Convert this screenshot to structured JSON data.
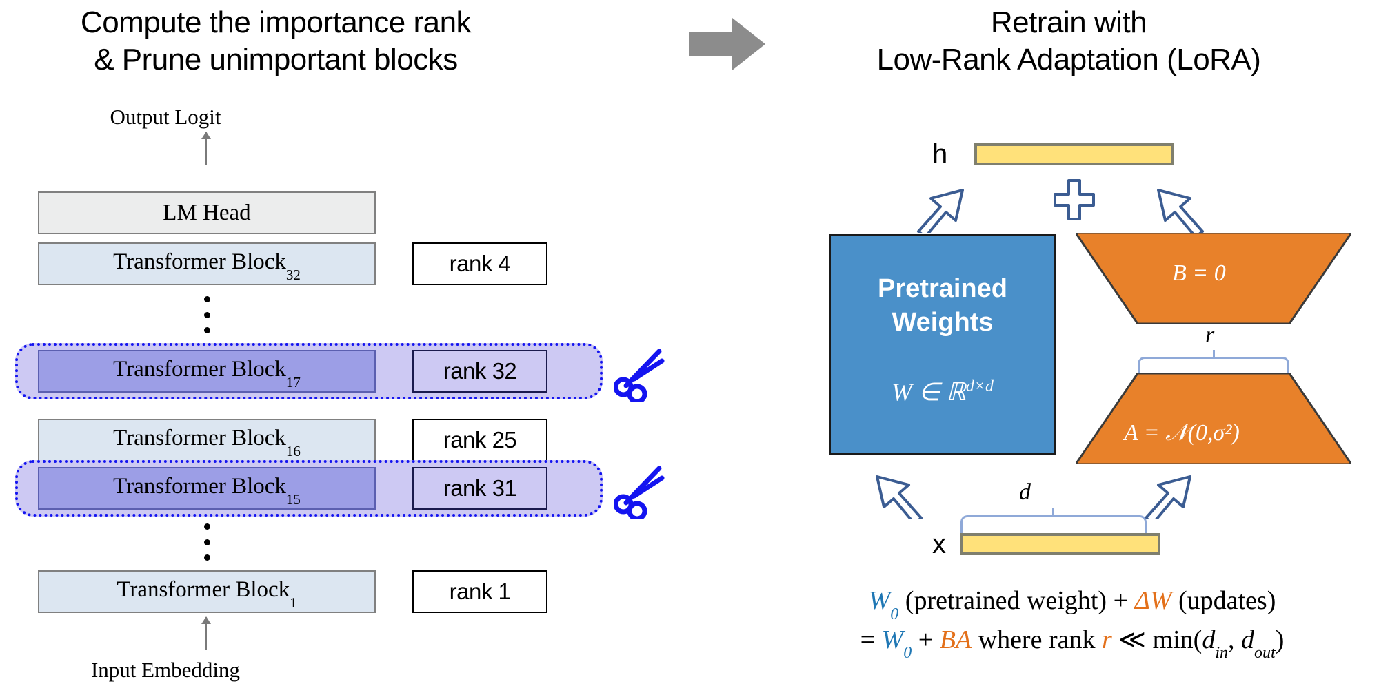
{
  "titles": {
    "left_line1": "Compute the importance rank",
    "left_line2": "& Prune unimportant blocks",
    "right_line1": "Retrain with",
    "right_line2": "Low-Rank Adaptation (LoRA)"
  },
  "left_panel": {
    "output_label": "Output Logit",
    "input_label": "Input Embedding",
    "lm_head": "LM Head",
    "block_prefix": "Transformer Block",
    "rows": [
      {
        "block_label": "Transformer Block",
        "subscript": "32",
        "rank": "rank 4",
        "pruned": false
      },
      {
        "block_label": "Transformer Block",
        "subscript": "17",
        "rank": "rank 32",
        "pruned": true
      },
      {
        "block_label": "Transformer Block",
        "subscript": "16",
        "rank": "rank 25",
        "pruned": false
      },
      {
        "block_label": "Transformer Block",
        "subscript": "15",
        "rank": "rank 31",
        "pruned": true
      },
      {
        "block_label": "Transformer Block",
        "subscript": "1",
        "rank": "rank 1",
        "pruned": false
      }
    ],
    "scissors_count": 2,
    "colors": {
      "lm_head_fill": "#eceded",
      "block_fill": "#dce6f1",
      "pruned_block_fill": "#9c9ee6",
      "highlight_fill": "#cdc9f3",
      "highlight_border": "#1414f0",
      "scissors": "#1414f0"
    }
  },
  "right_panel": {
    "h_label": "h",
    "x_label": "x",
    "pretrained_line1": "Pretrained",
    "pretrained_line2": "Weights",
    "pretrained_formula": "W ∈ ℝ",
    "pretrained_formula_sup": "d×d",
    "b_label": "B = 0",
    "a_label": "A = 𝒩(0,σ²)",
    "r_label": "r",
    "d_label": "d",
    "plus_sign": "+",
    "colors": {
      "pretrained_fill": "#4a90c9",
      "lora_fill": "#e8812a",
      "vector_fill": "#ffe17a",
      "arrow_outline": "#3b5c92",
      "brace": "#8fa9d8"
    }
  },
  "formula": {
    "line1": {
      "w0": "W",
      "w0_sub": "0",
      "pretrained_text": " (pretrained weight)",
      "plus": " + ",
      "deltaw": "ΔW",
      "updates_text": " (updates)"
    },
    "line2": {
      "eq": "= ",
      "w0": "W",
      "w0_sub": "0",
      "plus": " + ",
      "ba": "BA",
      "where_text": " where rank ",
      "r": "r",
      "ll": " ≪ min(",
      "din": "d",
      "din_sub": "in",
      "comma": ", ",
      "dout": "d",
      "dout_sub": "out",
      "close": ")"
    }
  }
}
